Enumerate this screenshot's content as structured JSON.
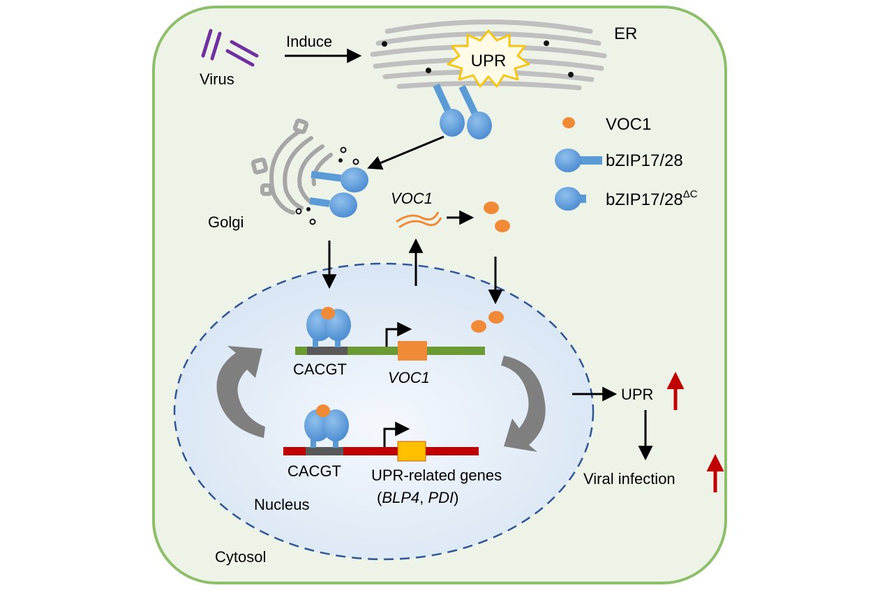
{
  "labels": {
    "virus": "Virus",
    "induce": "Induce",
    "er": "ER",
    "upr_burst": "UPR",
    "golgi": "Golgi",
    "voc1_mrna": "VOC1",
    "nucleus": "Nucleus",
    "cytosol": "Cytosol",
    "cacgt_top": "CACGT",
    "voc1_gene": "VOC1",
    "cacgt_bottom": "CACGT",
    "upr_genes_line1": "UPR-related genes",
    "upr_genes_open": "(",
    "blp4": "BLP4",
    "comma": ", ",
    "pdi": "PDI",
    "upr_genes_close": ")",
    "upr_out": "UPR",
    "viral_infection": "Viral infection"
  },
  "legend": {
    "voc1": "VOC1",
    "bzip": "bZIP17/28",
    "bzip_dc": "bZIP17/28",
    "bzip_dc_sup": "ΔC"
  },
  "colors": {
    "cell_border": "#8dbf6a",
    "cell_fill": "#eef3e8",
    "nucleus_border": "#2f5597",
    "protein_blue": "#5b9bd5",
    "voc1_orange": "#f08a36",
    "virus_purple": "#7030a0",
    "dna_green": "#6b9a32",
    "dna_red": "#c00000",
    "up_arrow_red": "#c00000"
  }
}
